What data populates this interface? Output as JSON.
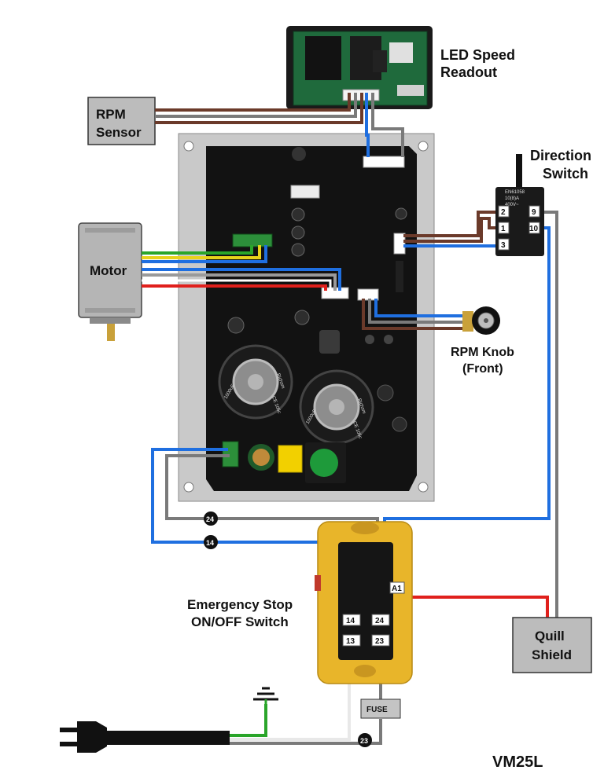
{
  "labels": {
    "led_readout_line1": "LED Speed",
    "led_readout_line2": "Readout",
    "rpm_sensor_line1": "RPM",
    "rpm_sensor_line2": "Sensor",
    "direction_switch_line1": "Direction",
    "direction_switch_line2": "Switch",
    "motor": "Motor",
    "rpm_knob_line1": "RPM Knob",
    "rpm_knob_line2": "(Front)",
    "estop_line1": "Emergency Stop",
    "estop_line2": "ON/OFF Switch",
    "quill_shield_line1": "Quill",
    "quill_shield_line2": "Shield",
    "fuse": "FUSE",
    "model": "VM25L"
  },
  "direction_switch_terminals": [
    "2",
    "9",
    "1",
    "10",
    "3"
  ],
  "direction_switch_print": [
    "EN61058",
    "10(8)A",
    "400V~"
  ],
  "estop_terminals": [
    "A1",
    "14",
    "24",
    "13",
    "23"
  ],
  "wire_badges": [
    "24",
    "14",
    "23"
  ],
  "capacitor_print": [
    "1000uF",
    "Richsm",
    "CE 105c"
  ],
  "colors": {
    "wire_blue": "#1f6fe0",
    "wire_brown": "#6b3a2a",
    "wire_gray": "#7a7a7a",
    "wire_red": "#e0201c",
    "wire_green": "#2aa52a",
    "wire_yellow": "#e8d21a",
    "wire_white": "#e8e8e8",
    "switch_yellow": "#e8b52a",
    "board_black": "#111111",
    "box_gray": "#b8b8b8"
  }
}
